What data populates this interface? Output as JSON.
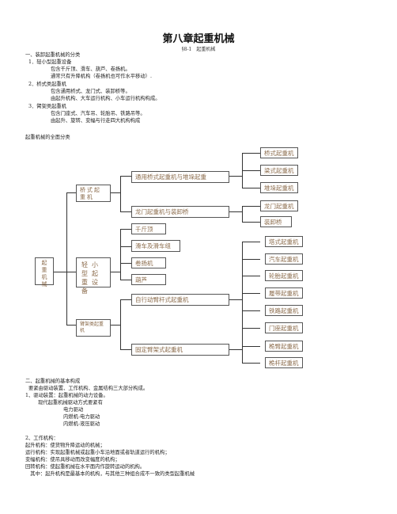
{
  "doc": {
    "title": "第八章起重机械",
    "subtitle": "§8-1　起重机械",
    "s1": "一、装卸起重机械的分类",
    "s1_1": "1．轻小型起重设备",
    "s1_1a": "包含千斤顶、滑车、葫芦、卷扬机。",
    "s1_1b": "通常只有升降机构（卷扬机也可作水平移动）.",
    "s1_2": "2．桥式类起重机",
    "s1_2a": "包含通用桥式、龙门式、装卸桥等。",
    "s1_2b": "由起升机构、大车运行机构、小车运行机构构成。",
    "s1_3": "3．臂架类起重机",
    "s1_3a": "包含门座式、汽车吊、轮胎吊、铁路吊等。",
    "s1_3b": "由起升、旋转、变幅与行走四大机构构成",
    "diagram_caption": "起重机械的全面分类",
    "s2": "二、起重机械的基本构成",
    "s2_intro": "要紧由驱动装置、工作机构、金属结构三大部分构成。",
    "s2_1": "1、驱动装置：起重机械的动力设备。",
    "s2_1a": "现代起重机械驱动方式要紧有",
    "s2_1b": "电力驱动",
    "s2_1c": "内燃机-电力驱动",
    "s2_1d": "内燃机-液压驱动",
    "s2_2": "2、工作机构：",
    "s2_2a": "起升机构：使货物升降运动的机械；",
    "s2_2b": "运行机构：实现起重机械或起重小车沿地面或者轨道运行的机构；",
    "s2_2c": "变幅机构：使吊具移动而改变幅度的机构；",
    "s2_2d": "回转机构：使起重机械在水平面内作旋转运动的机构。",
    "s2_2e": "　其中：起升机构是最基本的机构，与其他三种组合成不一致的类型起重机械"
  },
  "tree": {
    "root": "起重机械",
    "cat_bridge": "桥式起重机",
    "cat_light": "轻小型起重设备",
    "cat_jib": "臂架类起重机",
    "mid_general": "通用桥式起重机与堆垛起重",
    "mid_gantry": "龙门起重机与装卸桥",
    "mid_jack": "千斤顶",
    "mid_pulley": "滑车及滑车组",
    "mid_winch": "卷扬机",
    "mid_hoist": "葫芦",
    "mid_self": "自行动臂杆式起重机",
    "mid_fixed": "固定臂架式起重机",
    "leaf_bridge": "桥式起重机",
    "leaf_beam": "梁式起重机",
    "leaf_stack": "堆垛起重机",
    "leaf_gantry": "龙门起重机",
    "leaf_loader": "装卸桥",
    "leaf_tower": "塔式起重机",
    "leaf_truck": "汽车起重机",
    "leaf_tire": "轮胎起重机",
    "leaf_crawler": "履带起重机",
    "leaf_rail": "铁路起重机",
    "leaf_portal": "门座起重机",
    "leaf_mast": "桅臂起重机",
    "leaf_pole": "桅杆起重机"
  }
}
